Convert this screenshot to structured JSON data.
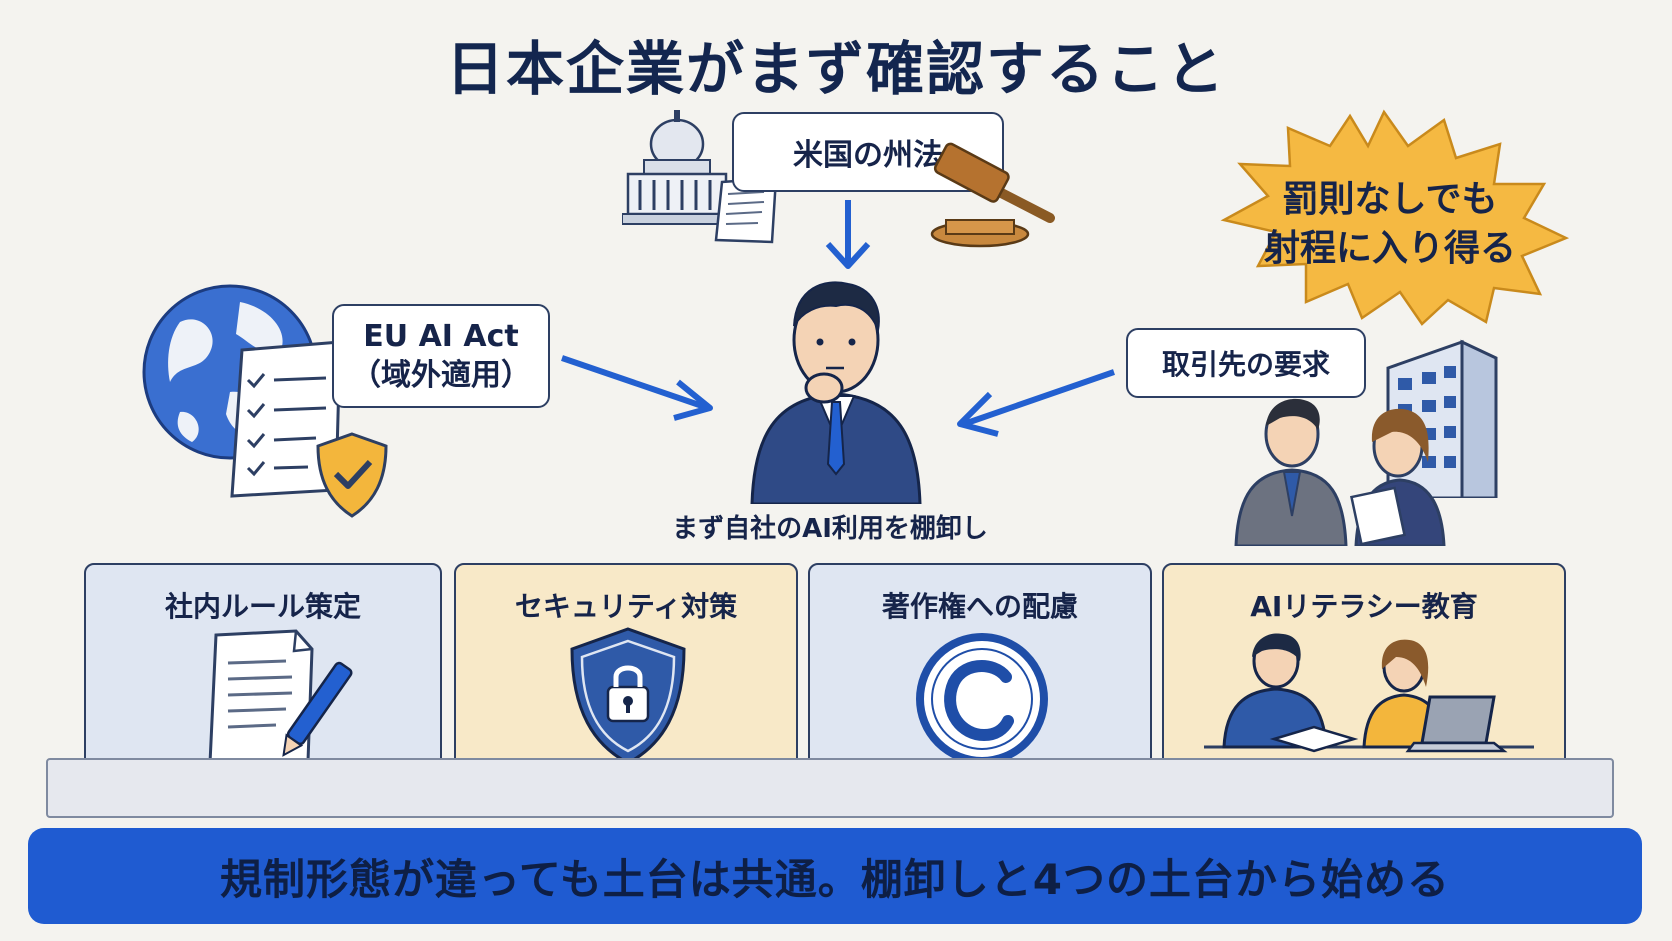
{
  "title": "日本企業がまず確認すること",
  "inputs": {
    "us_state_law": "米国の州法",
    "eu_ai_act_line1": "EU AI Act",
    "eu_ai_act_line2": "（域外適用）",
    "client_request": "取引先の要求"
  },
  "center_caption": "まず自社のAI利用を棚卸し",
  "warning": {
    "line1": "罰則なしでも",
    "line2": "射程に入り得る"
  },
  "foundations": [
    {
      "label": "社内ルール策定"
    },
    {
      "label": "セキュリティ対策"
    },
    {
      "label": "著作権への配慮"
    },
    {
      "label": "AIリテラシー教育"
    }
  ],
  "banner": "規制形態が違っても土台は共通。棚卸しと4つの土台から始める",
  "colors": {
    "navy": "#13264f",
    "accent_blue": "#1f5bd1",
    "arrow_blue": "#2360d0",
    "card_blue": "#dfe6f2",
    "card_cream": "#f8e9c8",
    "burst_orange": "#f5b942"
  },
  "icons": [
    "capitol-icon",
    "gavel-icon",
    "globe-icon",
    "checklist-icon",
    "shield-check-icon",
    "building-icon",
    "business-people-icon",
    "document-pen-icon",
    "shield-lock-icon",
    "copyright-icon",
    "students-laptop-icon"
  ]
}
